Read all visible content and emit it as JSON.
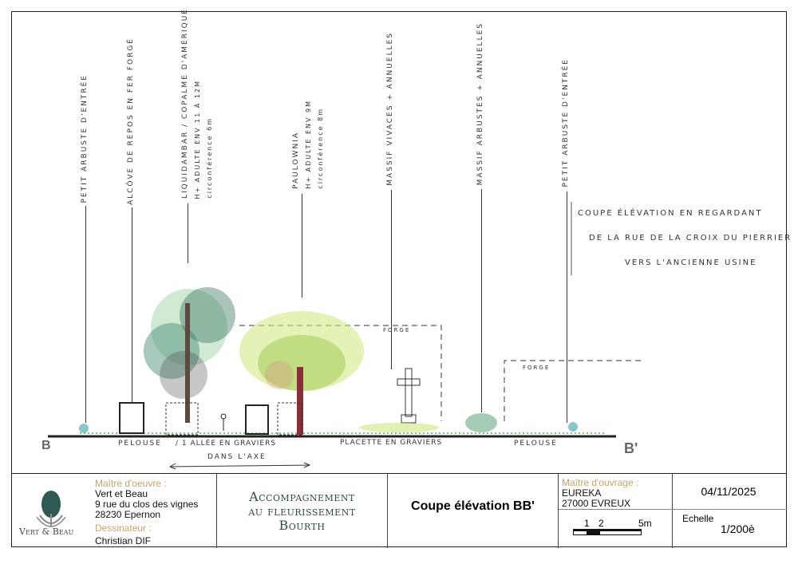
{
  "drawing": {
    "labels": {
      "petit_arbuste_1": "Petit arbuste d'entrée",
      "alcove": "Alcôve de repos en fer forgé",
      "liquidambar": [
        "Liquidambar / Copalme d'Amérique",
        "H+ adulte env 11 à 12m",
        "circonférence 6m"
      ],
      "paulownia": [
        "Paulownia",
        "H+ adulte env 9m",
        "circonférence 8m"
      ],
      "massif_vivaces": "Massif vivaces + annuelles",
      "massif_arbustes": "Massif arbustes + annuelles",
      "petit_arbuste_2": "Petit arbuste d'entrée"
    },
    "note": [
      "Coupe élévation en regardant",
      "de la rue de la Croix du Pierrier",
      "vers l'ancienne usine"
    ],
    "forge_1": "Forge",
    "forge_2": "Forge",
    "section_start": "B",
    "section_end": "B'",
    "ground": {
      "pelouse_1": "Pelouse",
      "allee": "/ 1 allée en graviers",
      "axe": "dans l'axe",
      "placette": "Placette en graviers",
      "pelouse_2": "Pelouse"
    }
  },
  "title_block": {
    "maitre_oeuvre_label": "Maître d'oeuvre :",
    "maitre_oeuvre": [
      "Vert et Beau",
      "9 rue du clos des vignes",
      "28230 Epernon"
    ],
    "dessinateur_label": "Dessinateur :",
    "dessinateur": "Christian DIF",
    "logo_text": "Vert & Beau",
    "project": [
      "Accompagnement",
      "au fleurissement",
      "Bourth"
    ],
    "sheet_title": "Coupe élévation BB'",
    "maitre_ouvrage_label": "Maître d'ouvrage :",
    "maitre_ouvrage": [
      "EUREKA",
      "27000 EVREUX"
    ],
    "date": "04/11/2025",
    "scale_bar": {
      "t1": "1",
      "t2": "2",
      "t5": "5m"
    },
    "echelle_label": "Echelle",
    "echelle": "1/200è"
  }
}
